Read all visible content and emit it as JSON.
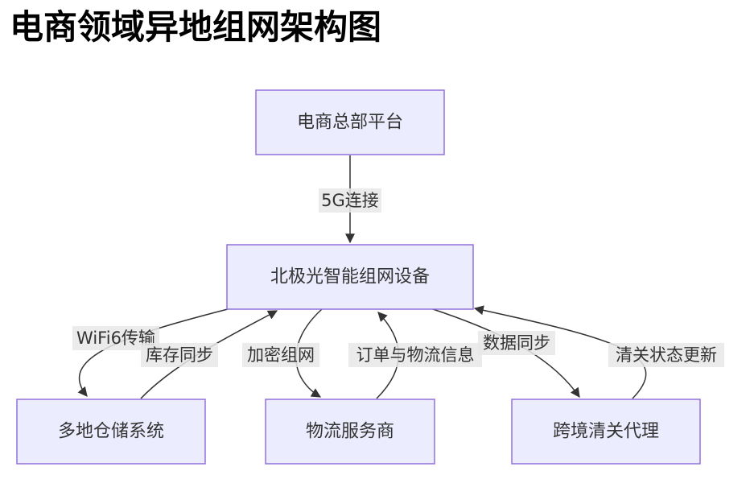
{
  "title": "电商领域异地组网架构图",
  "nodes": {
    "hq": "电商总部平台",
    "device": "北极光智能组网设备",
    "warehouse": "多地仓储系统",
    "logistics": "物流服务商",
    "customs": "跨境清关代理"
  },
  "edges": {
    "hq_device": "5G连接",
    "device_warehouse": "WiFi6传输",
    "warehouse_device": "库存同步",
    "device_logistics": "加密组网",
    "logistics_device": "订单与物流信息",
    "device_customs": "数据同步",
    "customs_device": "清关状态更新"
  }
}
